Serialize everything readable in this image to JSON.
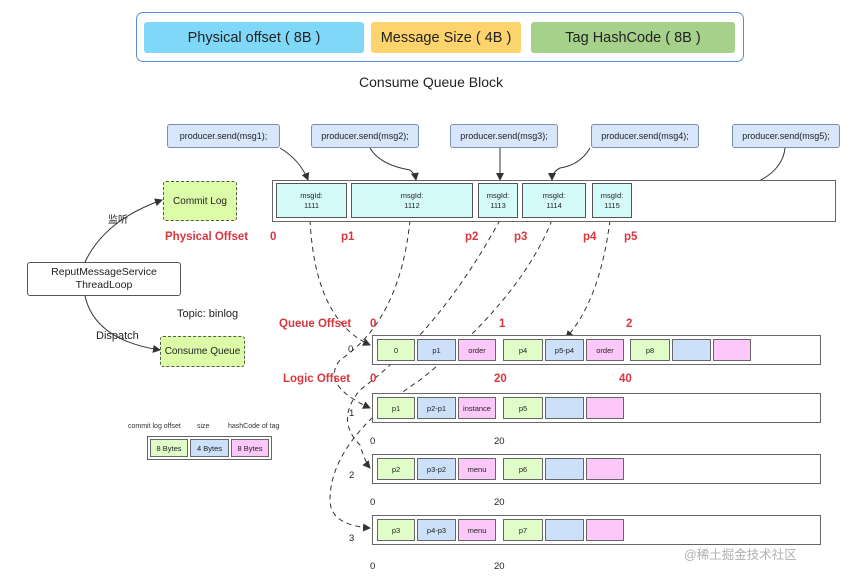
{
  "header": {
    "physical": "Physical offset ( 8B )",
    "size": "Message Size ( 4B )",
    "tag": "Tag HashCode ( 8B )",
    "caption": "Consume Queue Block",
    "colors": {
      "physical": "#80d8f8",
      "size": "#fcd36c",
      "tag": "#a6d18a"
    }
  },
  "producers": [
    "producer.send(msg1);",
    "producer.send(msg2);",
    "producer.send(msg3);",
    "producer.send(msg4);",
    "producer.send(msg5);"
  ],
  "commitlog": {
    "messages": [
      "msgId:\n1111",
      "msgId:\n1112",
      "msgId:\n1113",
      "msgId:\n1114",
      "msgId:\n1115"
    ],
    "offset_label": "Physical Offset",
    "offsets": [
      "0",
      "p1",
      "p2",
      "p3",
      "p4",
      "p5"
    ]
  },
  "left": {
    "commit_log": "Commit Log",
    "listen": "监听",
    "reput": "ReputMessageService\nThreadLoop",
    "topic": "Topic: binlog",
    "dispatch": "Dispatch",
    "consume_queue": "Consume Queue"
  },
  "legend": {
    "headers": [
      "commit log offset",
      "size",
      "hashCode of tag"
    ],
    "cells": [
      "8 Bytes",
      "4 Bytes",
      "8 Bytes"
    ]
  },
  "queue": {
    "queue_offset_label": "Queue Offset",
    "queue_offsets": [
      "0",
      "1",
      "2"
    ],
    "logic_offset_label": "Logic Offset",
    "logic_offsets": [
      "0",
      "20",
      "40"
    ],
    "rows": [
      {
        "index": "0",
        "cells": [
          "0",
          "p1",
          "order",
          "p4",
          "p5-p4",
          "order",
          "p8",
          "",
          ""
        ]
      },
      {
        "index": "1",
        "cells": [
          "p1",
          "p2-p1",
          "instance",
          "p5",
          "",
          ""
        ],
        "sub": [
          "0",
          "20"
        ]
      },
      {
        "index": "2",
        "cells": [
          "p2",
          "p3-p2",
          "menu",
          "p6",
          "",
          ""
        ],
        "sub": [
          "0",
          "20"
        ]
      },
      {
        "index": "3",
        "cells": [
          "p3",
          "p4-p3",
          "menu",
          "p7",
          "",
          ""
        ],
        "sub": [
          "0",
          "20"
        ]
      }
    ]
  },
  "watermark": "@稀土掘金技术社区"
}
